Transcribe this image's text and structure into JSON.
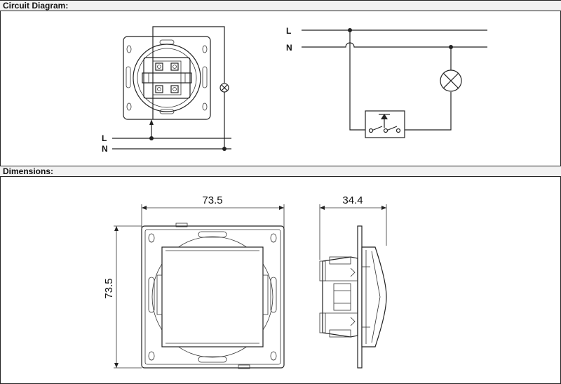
{
  "sections": {
    "circuit_title": "Circuit Diagram:",
    "dimensions_title": "Dimensions:"
  },
  "circuit": {
    "left_labels": {
      "L": "L",
      "N": "N"
    },
    "right_labels": {
      "L": "L",
      "N": "N"
    }
  },
  "dimensions": {
    "width": "73.5",
    "height": "73.5",
    "depth": "34.4"
  },
  "icons": [
    "wiring-diagram-icon",
    "lamp-icon",
    "switch-icon",
    "front-view-icon",
    "side-view-icon"
  ]
}
